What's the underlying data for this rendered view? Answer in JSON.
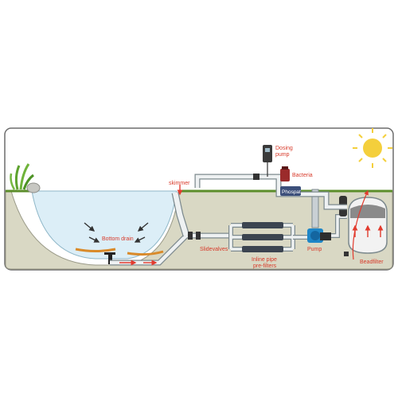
{
  "labels": {
    "dosing_pump_line1": "Dosing",
    "dosing_pump_line2": "pump",
    "bacteria": "Bacteria",
    "skimmer": "skimmer",
    "phosphate_box": "Phospat",
    "bottom_drain": "Bottom drain",
    "slidevalves": "Slidevalves",
    "inline_prefilters_line1": "Inline pipe",
    "inline_prefilters_line2": "pre-filters",
    "pump": "Pump",
    "beadfilter": "Beadfilter"
  },
  "colors": {
    "label_red": "#d83a2a",
    "ground": "#d9d8c4",
    "water": "#dceef7",
    "pipe": "#eef1f2",
    "pipe_stroke": "#7d8a8e",
    "arrow_red": "#e23b2e",
    "sun": "#f4cf3c",
    "pump_blue": "#1f86c7",
    "bacteria_red": "#9b2b2b"
  },
  "icons": [
    "sun-icon",
    "plant-icon",
    "stone-icon"
  ]
}
